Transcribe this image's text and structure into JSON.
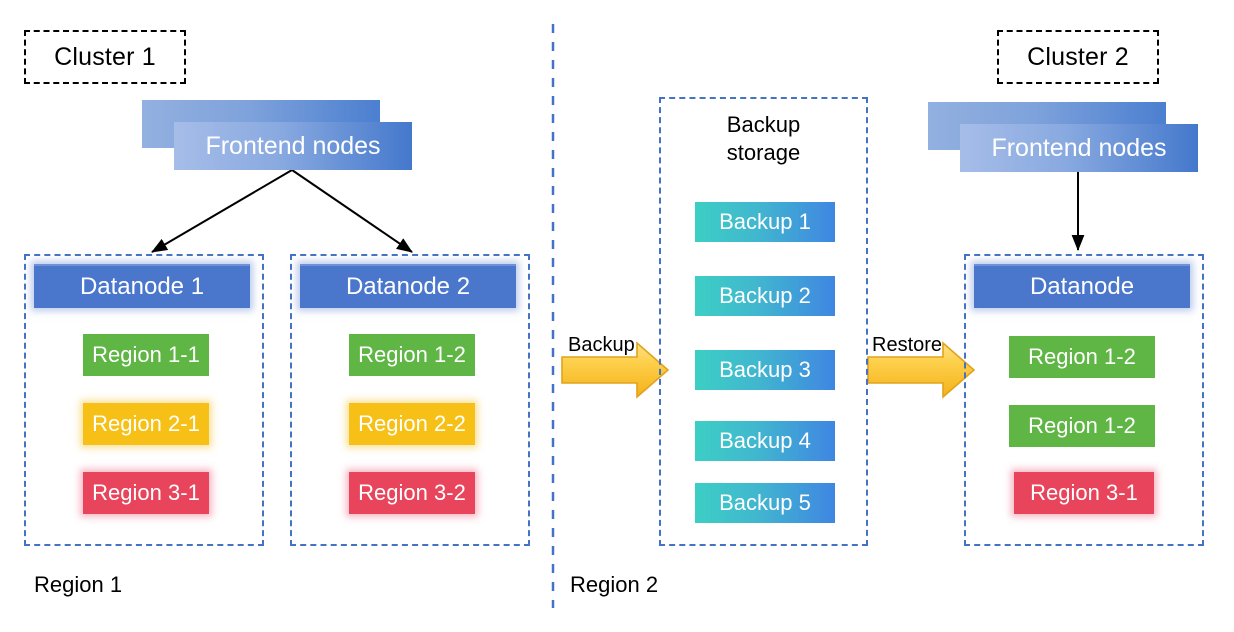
{
  "diagram": {
    "title_left": "Cluster 1",
    "title_right": "Cluster 2",
    "region_label_left": "Region 1",
    "region_label_right": "Region 2",
    "frontend_left_label": "Frontend nodes",
    "frontend_right_label": "Frontend nodes",
    "backup_storage_title_line1": "Backup",
    "backup_storage_title_line2": "storage",
    "backup_arrow_label": "Backup",
    "restore_arrow_label": "Restore"
  },
  "datanodes": [
    {
      "header": "Datanode 1",
      "regions": [
        {
          "label": "Region 1-1",
          "color_name": "green",
          "color": "#5fb645"
        },
        {
          "label": "Region 2-1",
          "color_name": "yellow",
          "color": "#f7c016"
        },
        {
          "label": "Region 3-1",
          "color_name": "red",
          "color": "#e8455c"
        }
      ]
    },
    {
      "header": "Datanode 2",
      "regions": [
        {
          "label": "Region 1-2",
          "color_name": "green",
          "color": "#5fb645"
        },
        {
          "label": "Region 2-2",
          "color_name": "yellow",
          "color": "#f7c016"
        },
        {
          "label": "Region 3-2",
          "color_name": "red",
          "color": "#e8455c"
        }
      ]
    },
    {
      "header": "Datanode",
      "regions": [
        {
          "label": "Region 1-2",
          "color_name": "green",
          "color": "#5fb645"
        },
        {
          "label": "Region 1-2",
          "color_name": "green",
          "color": "#5fb645"
        },
        {
          "label": "Region 3-1",
          "color_name": "red",
          "color": "#e8455c"
        }
      ]
    }
  ],
  "backups": [
    {
      "label": "Backup 1"
    },
    {
      "label": "Backup 2"
    },
    {
      "label": "Backup 3"
    },
    {
      "label": "Backup 4"
    },
    {
      "label": "Backup 5"
    }
  ],
  "colors": {
    "datanode_blue": "#4a76cc",
    "dashed_border_blue": "#4472c4",
    "arrow_gold": "#fcc937",
    "arrow_gold_border": "#e8a317",
    "backup_gradient_start": "#3ccfc4",
    "backup_gradient_end": "#3f86e2",
    "connector_black": "#000000"
  }
}
